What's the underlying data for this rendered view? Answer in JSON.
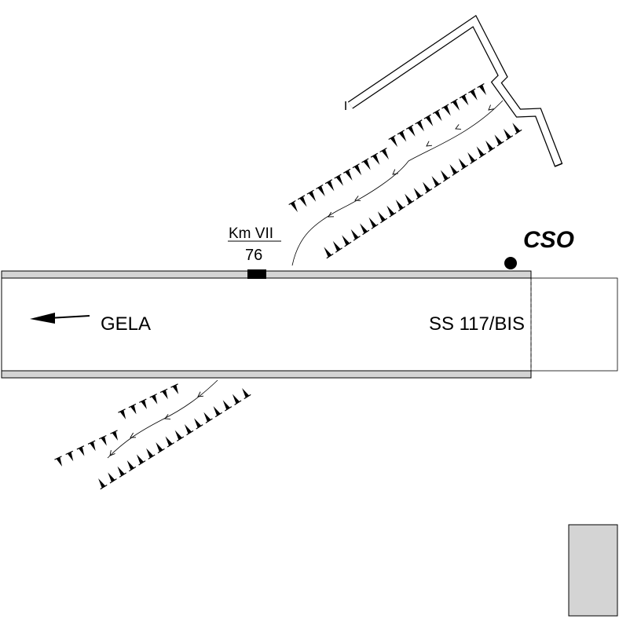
{
  "labels": {
    "km_top": "Km VII",
    "km_bottom": "76",
    "site": "CSO",
    "road": "SS 117/BIS",
    "direction": "GELA"
  },
  "colors": {
    "road_edge_fill": "#d4d4d4",
    "stroke": "#000000",
    "wall_stroke": "#6e6e6e",
    "background": "#ffffff"
  },
  "icons": {
    "direction": "arrow-left-icon",
    "site_marker": "dot-icon",
    "km_marker": "km-post-icon"
  }
}
